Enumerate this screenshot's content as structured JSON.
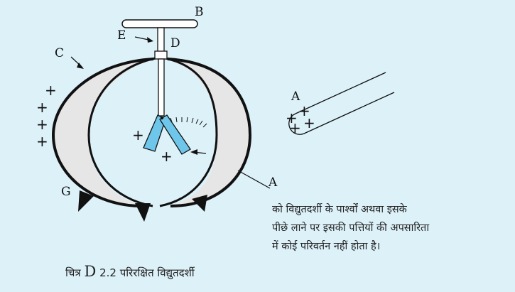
{
  "labels": {
    "B": "B",
    "E": "E",
    "D": "D",
    "C": "C",
    "A_rod": "A",
    "A_case": "A",
    "G": "G"
  },
  "charges": {
    "outside": [
      "+",
      "+",
      "+",
      "+"
    ],
    "inside": [
      "+",
      "+"
    ],
    "rod": [
      "+",
      "+",
      "+",
      "+"
    ]
  },
  "note_lines": [
    "को विद्युतदर्शी के पार्श्वों अथवा इसके",
    "पीछे लाने पर इसकी पत्तियों की अपसारिता",
    "में कोई परिवर्तन नहीं होता है।"
  ],
  "caption": {
    "prefix": "चित्र",
    "figure_letter": "D",
    "figure_number": "2.2",
    "title": "परिरक्षित  विद्युतदर्शी"
  },
  "colors": {
    "background": "#ddf1f9",
    "shell_fill": "#e6e6e6",
    "leaf_fill": "#6ec6ea",
    "outline": "#111111"
  }
}
